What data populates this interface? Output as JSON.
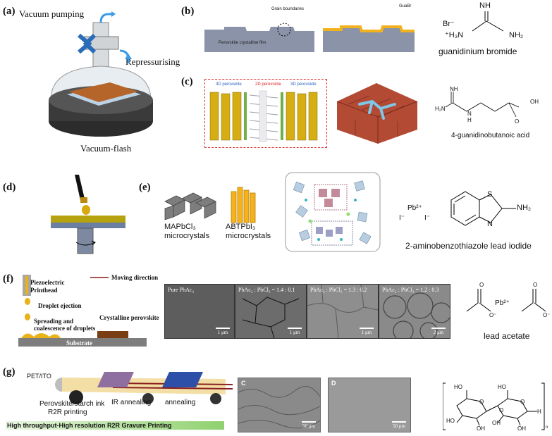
{
  "panels": {
    "a": {
      "label": "(a)",
      "vacuum_pumping": "Vacuum pumping",
      "repressurising": "Repressurising",
      "vacuum_flash": "Vacuum-flash"
    },
    "b": {
      "label": "(b)",
      "grain_boundaries": "Grain boundaries",
      "film": "Perovskite crystalline film",
      "guabr": "GuaBr",
      "molecule_br": "Br⁻",
      "molecule_nh": "NH",
      "molecule_h3n": "⁺H₃N",
      "molecule_nh2": "NH₂",
      "compound": "guanidinium bromide"
    },
    "c": {
      "label": "(c)",
      "p3d_left": "3D perovskite",
      "p2d": "2D perovskite",
      "p3d_right": "3D perovskite",
      "mol_nh": "NH",
      "mol_h2n": "H₂N",
      "mol_n": "N",
      "mol_h": "H",
      "mol_oh": "OH",
      "mol_o": "O",
      "compound": "4-guanidinobutanoic acid"
    },
    "d": {
      "label": "(d)"
    },
    "e": {
      "label": "(e)",
      "mapbcl3": "MAPbCl₃",
      "mapbcl3_sub": "microcrystals",
      "abtpbi3": "ABTPbI₃",
      "abtpbi3_sub": "microcrystals",
      "pb": "Pb²⁺",
      "i_left": "I⁻",
      "i_right": "I⁻",
      "s": "S",
      "n": "N",
      "nh2": "NH₂",
      "compound": "2-aminobenzothiazole lead iodide"
    },
    "f": {
      "label": "(f)",
      "printhead_1": "Piezoelectric",
      "printhead_2": "Printhead",
      "moving": "Moving direction",
      "droplet": "Droplet ejection",
      "crystalline": "Crystalline perovskite",
      "spreading_1": "Spreading and",
      "spreading_2": "coalescence of droplets",
      "substrate": "Substrate",
      "sem": [
        {
          "title": "Pure PbAc₂",
          "scale": "1 μm"
        },
        {
          "title": "PbAc₂ : PbCl₂ = 1.4 : 0.1",
          "scale": "1 μm"
        },
        {
          "title": "PbAc₂ : PbCl₂ = 1.3 : 0.2",
          "scale": "1 μm"
        },
        {
          "title": "PbAc₂ : PbCl₂ = 1.2 : 0.3",
          "scale": "2 μm"
        }
      ],
      "pb": "Pb²⁺",
      "o_left": "O",
      "o_left_minus": "O⁻",
      "o_right": "O",
      "o_right_minus": "O⁻",
      "compound": "lead acetate"
    },
    "g": {
      "label": "(g)",
      "pet_ito": "PET/ITO",
      "ink_1": "Perovskite/starch ink",
      "ink_2": "R2R printing",
      "ir": "IR annealing",
      "annealing": "annealing",
      "bar": "High throughput-High resolution R2R Gravure Printing",
      "sem_c": "C",
      "sem_d": "D",
      "scale_c": "50 μm",
      "scale_d": "50 μm",
      "ho1": "HO",
      "ho2": "HO",
      "ho3": "HO",
      "oh1": "OH",
      "oh2": "OH",
      "oh3": "OH",
      "o1": "O",
      "o2": "O",
      "o3": "O",
      "h": "H",
      "n": "n"
    }
  },
  "colors": {
    "film": "#8a93a8",
    "guabr": "#f2b21f",
    "brick": "#b34a34",
    "gold": "#d6ad12",
    "green_bar": "#8fd16e"
  }
}
